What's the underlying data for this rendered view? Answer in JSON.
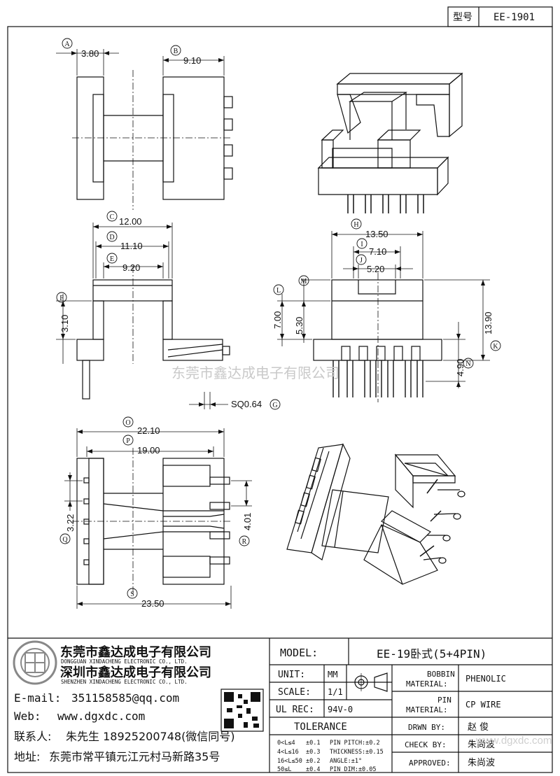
{
  "model_box": {
    "label": "型号",
    "value": "EE-1901"
  },
  "dimensions": {
    "A": {
      "letter": "A",
      "value": "3.80"
    },
    "B": {
      "letter": "B",
      "value": "9.10"
    },
    "C": {
      "letter": "C",
      "value": "12.00"
    },
    "D": {
      "letter": "D",
      "value": "11.10"
    },
    "E": {
      "letter": "E",
      "value": "9.20"
    },
    "F": {
      "letter": "F",
      "value": "3.10"
    },
    "G": {
      "letter": "G",
      "value": "SQ0.64"
    },
    "H": {
      "letter": "H",
      "value": "13.50"
    },
    "I": {
      "letter": "I",
      "value": "7.10"
    },
    "J": {
      "letter": "J",
      "value": "5.20"
    },
    "K": {
      "letter": "K",
      "value": "13.90"
    },
    "L": {
      "letter": "L",
      "value": "7.00"
    },
    "M": {
      "letter": "M",
      "value": "5.30"
    },
    "N": {
      "letter": "N",
      "value": "4.90"
    },
    "O": {
      "letter": "O",
      "value": "22.10"
    },
    "P": {
      "letter": "P",
      "value": "19.00"
    },
    "Q": {
      "letter": "Q",
      "value": "3.22"
    },
    "R": {
      "letter": "R",
      "value": "4.01"
    },
    "S": {
      "letter": "S",
      "value": "23.50"
    }
  },
  "watermark": "东莞市鑫达成电子有限公司",
  "company": {
    "name_dg": "东莞市鑫达成电子有限公司",
    "name_dg_en": "DONGGUAN XINDACHENG ELECTRONIC CO., LTD.",
    "name_sz": "深圳市鑫达成电子有限公司",
    "name_sz_en": "SHENZHEN XINDACHENG ELECTRONIC CO., LTD.",
    "email_label": "E-mail:",
    "email": "351158585@qq.com",
    "web_label": "Web:",
    "web": "www.dgxdc.com",
    "contact_label": "联系人:",
    "contact": "朱先生 18925200748(微信同号)",
    "address_label": "地址:",
    "address": "东莞市常平镇元江元村马新路35号",
    "web_watermark": "www.dgxdc.com"
  },
  "title_block": {
    "model_label": "MODEL:",
    "model_value": "EE-19卧式(5+4PIN)",
    "unit_label": "UNIT:",
    "unit_value": "MM",
    "scale_label": "SCALE:",
    "scale_value": "1/1",
    "ulrec_label": "UL REC:",
    "ulrec_value": "94V-0",
    "tolerance_label": "TOLERANCE",
    "tol_rows": [
      {
        "range": "0<L≤4",
        "tol": "±0.1",
        "item": "PIN PITCH:±0.2"
      },
      {
        "range": "4<L≤16",
        "tol": "±0.3",
        "item": "THICKNESS:±0.15"
      },
      {
        "range": "16<L≤50",
        "tol": "±0.2",
        "item": "ANGLE:±1°"
      },
      {
        "range": "50≤L",
        "tol": "±0.4",
        "item": "PIN DIM:±0.05"
      }
    ],
    "bobbin_label_1": "BOBBIN",
    "bobbin_label_2": "MATERIAL:",
    "bobbin_value": "PHENOLIC",
    "pin_label_1": "PIN",
    "pin_label_2": "MATERIAL:",
    "pin_value": "CP WIRE",
    "drwn_label": "DRWN BY:",
    "drwn_value": "赵 俊",
    "check_label": "CHECK BY:",
    "check_value": "朱尚波",
    "approved_label": "APPROVED:",
    "approved_value": "朱尚波"
  }
}
